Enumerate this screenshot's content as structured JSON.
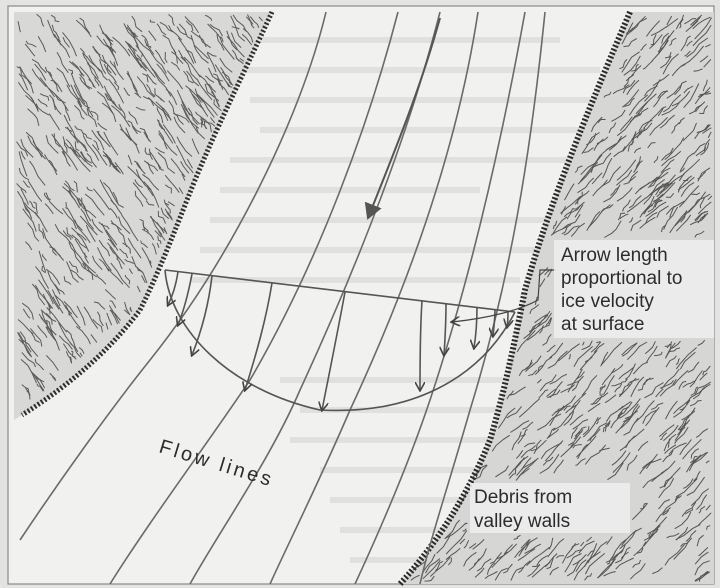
{
  "labels": {
    "arrow_note": [
      "Arrow length",
      "proportional to",
      "ice velocity",
      "at surface"
    ],
    "flow_lines": "Flow lines",
    "debris": [
      "Debris from",
      "valley walls"
    ]
  },
  "colors": {
    "paper": "#ebebea",
    "ice": "#f4f4f3",
    "ink": "#333333",
    "rock": "#4a4a4a"
  }
}
